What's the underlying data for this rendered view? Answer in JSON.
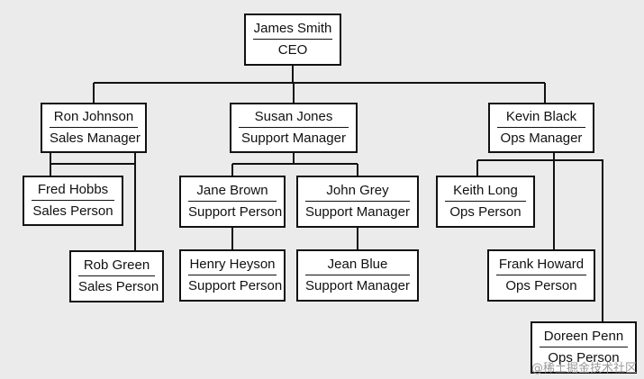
{
  "org_chart": {
    "nodes": [
      {
        "id": "james-smith",
        "name": "James Smith",
        "title": "CEO"
      },
      {
        "id": "ron-johnson",
        "name": "Ron Johnson",
        "title": "Sales Manager"
      },
      {
        "id": "susan-jones",
        "name": "Susan Jones",
        "title": "Support Manager"
      },
      {
        "id": "kevin-black",
        "name": "Kevin Black",
        "title": "Ops Manager"
      },
      {
        "id": "fred-hobbs",
        "name": "Fred Hobbs",
        "title": "Sales Person"
      },
      {
        "id": "rob-green",
        "name": "Rob Green",
        "title": "Sales Person"
      },
      {
        "id": "jane-brown",
        "name": "Jane Brown",
        "title": "Support Person"
      },
      {
        "id": "john-grey",
        "name": "John Grey",
        "title": "Support Manager"
      },
      {
        "id": "henry-heyson",
        "name": "Henry Heyson",
        "title": "Support Person"
      },
      {
        "id": "jean-blue",
        "name": "Jean Blue",
        "title": "Support Manager"
      },
      {
        "id": "keith-long",
        "name": "Keith Long",
        "title": "Ops Person"
      },
      {
        "id": "frank-howard",
        "name": "Frank Howard",
        "title": "Ops Person"
      },
      {
        "id": "doreen-penn",
        "name": "Doreen Penn",
        "title": "Ops Person"
      }
    ],
    "edges": [
      [
        "james-smith",
        "ron-johnson"
      ],
      [
        "james-smith",
        "susan-jones"
      ],
      [
        "james-smith",
        "kevin-black"
      ],
      [
        "ron-johnson",
        "fred-hobbs"
      ],
      [
        "ron-johnson",
        "rob-green"
      ],
      [
        "susan-jones",
        "jane-brown"
      ],
      [
        "susan-jones",
        "john-grey"
      ],
      [
        "jane-brown",
        "henry-heyson"
      ],
      [
        "john-grey",
        "jean-blue"
      ],
      [
        "kevin-black",
        "keith-long"
      ],
      [
        "kevin-black",
        "frank-howard"
      ],
      [
        "kevin-black",
        "doreen-penn"
      ]
    ]
  },
  "watermark": {
    "text": "@稀土掘金技术社区"
  },
  "colors": {
    "background": "#ebebeb",
    "box_fill": "#ffffff",
    "line": "#111111"
  }
}
